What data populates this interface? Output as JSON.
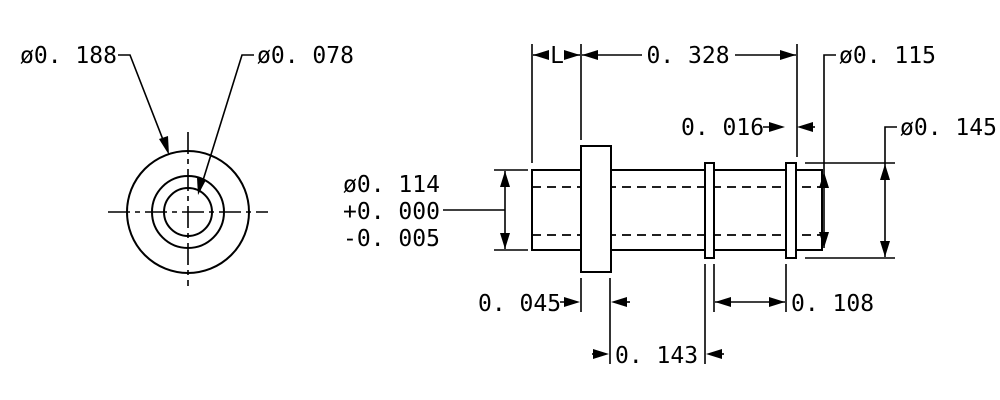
{
  "end_view": {
    "outer_diameter": "ø0. 188",
    "inner_diameter": "ø0. 078"
  },
  "side_view": {
    "length_symbol": "L",
    "overall_length": "0. 328",
    "collar_diameter": "ø0. 115",
    "groove_width": "0. 016",
    "flange_diameter": "ø0. 145",
    "shank_diameter": "ø0. 114",
    "tolerance_plus": "+0. 000",
    "tolerance_minus": "-0. 005",
    "flange_thickness": "0. 045",
    "collar_spacing": "0. 108",
    "flange_to_collar": "0. 143"
  }
}
